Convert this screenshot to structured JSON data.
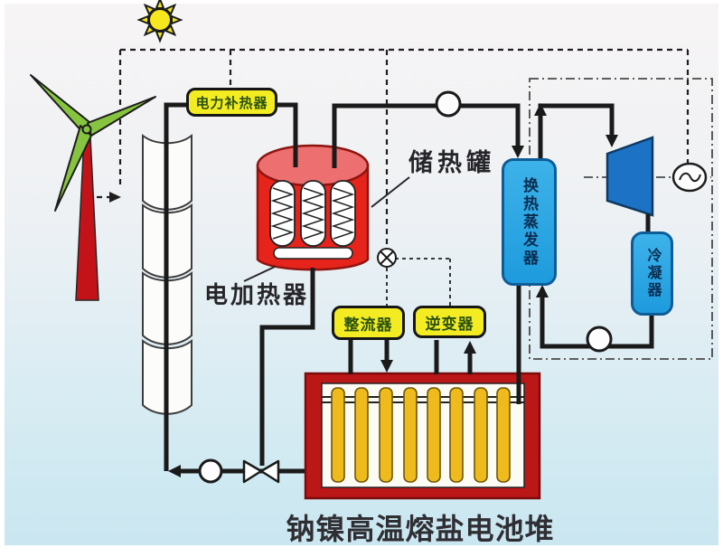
{
  "labels": {
    "power_booster_heater": "电力补热器",
    "heat_storage_tank": "储热罐",
    "electric_heater": "电加热器",
    "rectifier": "整流器",
    "inverter": "逆变器",
    "evaporator": "换热蒸发器",
    "condenser": "冷凝器",
    "battery_stack": "钠镍高温熔盐电池堆"
  },
  "icons": {
    "sun": "sun-icon",
    "wind_turbine": "wind-turbine-icon",
    "storage_tower": "stacked-cylinder-tower",
    "heat_storage_tank": "red-tank-with-heater-coils",
    "heater_coil": "coil-element",
    "pump": "pump-circle",
    "valve": "bowtie-valve",
    "mixer_valve": "circle-x-valve",
    "steam_turbine": "turbine-trapezoid",
    "generator": "ac-generator-circle",
    "battery": "molten-salt-cell-stack"
  },
  "colors": {
    "label_yellow": "#f4ec22",
    "label_text_green": "#2a520f",
    "tank_red": "#e6241b",
    "tank_top_red": "#ed6f6f",
    "battery_frame_red": "#bc1717",
    "cell_yellow": "#efba1c",
    "box_blue": "#2aa6e4",
    "turbine_blue": "#1c72c4",
    "blade_green": "#86c440",
    "pipe_black": "#1a1a1a",
    "background_bottom": "#cfe9f2"
  }
}
